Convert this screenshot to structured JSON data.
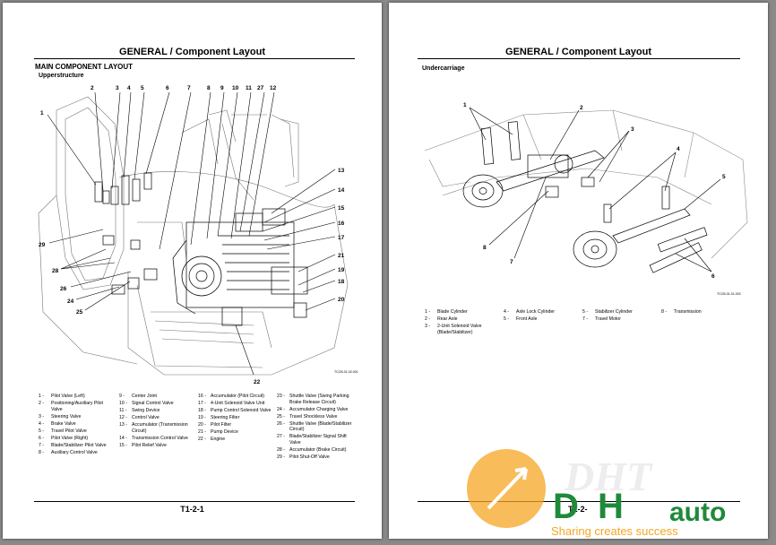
{
  "page1": {
    "header": "GENERAL / Component Layout",
    "section": "MAIN COMPONENT LAYOUT",
    "subsection": "Upperstructure",
    "figure_code": "TCCB-01-02-001",
    "page_number": "T1-2-1",
    "callouts_top": [
      "2",
      "3",
      "4",
      "5",
      "6",
      "7",
      "8",
      "9",
      "10",
      "11",
      "27",
      "12"
    ],
    "callouts_left": [
      "1",
      "29",
      "28",
      "26",
      "24",
      "25"
    ],
    "callouts_right": [
      "13",
      "14",
      "15",
      "16",
      "17",
      "21",
      "19",
      "18",
      "20"
    ],
    "callout_bottom": "22",
    "legend": [
      [
        {
          "n": "1 -",
          "t": "Pilot Valve (Left)"
        },
        {
          "n": "2 -",
          "t": "Positioning/Auxiliary Pilot Valve"
        },
        {
          "n": "3 -",
          "t": "Steering Valve"
        },
        {
          "n": "4 -",
          "t": "Brake Valve"
        },
        {
          "n": "5 -",
          "t": "Travel Pilot Valve"
        },
        {
          "n": "6 -",
          "t": "Pilot Valve (Right)"
        },
        {
          "n": "7 -",
          "t": "Blade/Stabilizer Pilot Valve"
        },
        {
          "n": "8 -",
          "t": "Auxiliary Control Valve"
        }
      ],
      [
        {
          "n": "9 -",
          "t": "Center Joint"
        },
        {
          "n": "10 -",
          "t": "Signal Control Valve"
        },
        {
          "n": "11 -",
          "t": "Swing Device"
        },
        {
          "n": "12 -",
          "t": "Control Valve"
        },
        {
          "n": "13 -",
          "t": "Accumulator (Transmission Circuit)"
        },
        {
          "n": "14 -",
          "t": "Transmission Control Valve"
        },
        {
          "n": "15 -",
          "t": "Pilot Relief Valve"
        }
      ],
      [
        {
          "n": "16 -",
          "t": "Accumulator (Pilot Circuit)"
        },
        {
          "n": "17 -",
          "t": "4-Unit Solenoid Valve Unit"
        },
        {
          "n": "18 -",
          "t": "Pump Control Solenoid Valve"
        },
        {
          "n": "19 -",
          "t": "Steering Filter"
        },
        {
          "n": "20 -",
          "t": "Pilot Filter"
        },
        {
          "n": "21 -",
          "t": "Pump Device"
        },
        {
          "n": "22 -",
          "t": "Engine"
        }
      ],
      [
        {
          "n": "23 -",
          "t": "Shuttle Valve (Swing Parking Brake Release Circuit)"
        },
        {
          "n": "24 -",
          "t": "Accumulator Charging Valve"
        },
        {
          "n": "25 -",
          "t": "Travel Shockless Valve"
        },
        {
          "n": "26 -",
          "t": "Shuttle Valve (Blade/Stabilizer Circuit)"
        },
        {
          "n": "27 -",
          "t": "Blade/Stabilizer Signal Shift Valve"
        },
        {
          "n": "28 -",
          "t": "Accumulator (Brake Circuit)"
        },
        {
          "n": "29 -",
          "t": "Pilot Shut-Off Valve"
        }
      ]
    ]
  },
  "page2": {
    "header": "GENERAL / Component Layout",
    "subsection": "Undercarriage",
    "figure_code": "TCCB-01-01-002",
    "page_number": "T1-2-",
    "callouts": [
      "1",
      "2",
      "3",
      "4",
      "5",
      "6",
      "7",
      "8"
    ],
    "legend": [
      [
        {
          "n": "1 -",
          "t": "Blade Cylinder"
        },
        {
          "n": "2 -",
          "t": "Rear Axle"
        },
        {
          "n": "3 -",
          "t": "2-Unit Solenoid Valve (Blade/Stabilizer)"
        }
      ],
      [
        {
          "n": "4 -",
          "t": "Axle Lock Cylinder"
        },
        {
          "n": "5 -",
          "t": "Front Axle"
        }
      ],
      [
        {
          "n": "5 -",
          "t": "Stabilizer Cylinder"
        },
        {
          "n": "7 -",
          "t": "Travel Motor"
        }
      ],
      [
        {
          "n": "8 -",
          "t": "Transmission"
        }
      ]
    ]
  },
  "watermark": {
    "brand_part1": "D",
    "brand_part2": "H",
    "brand_part3": "auto",
    "slogan": "Sharing creates success",
    "colors": {
      "green": "#1f8a3a",
      "orange": "#f5a623",
      "gray": "#9a9a9a"
    }
  }
}
